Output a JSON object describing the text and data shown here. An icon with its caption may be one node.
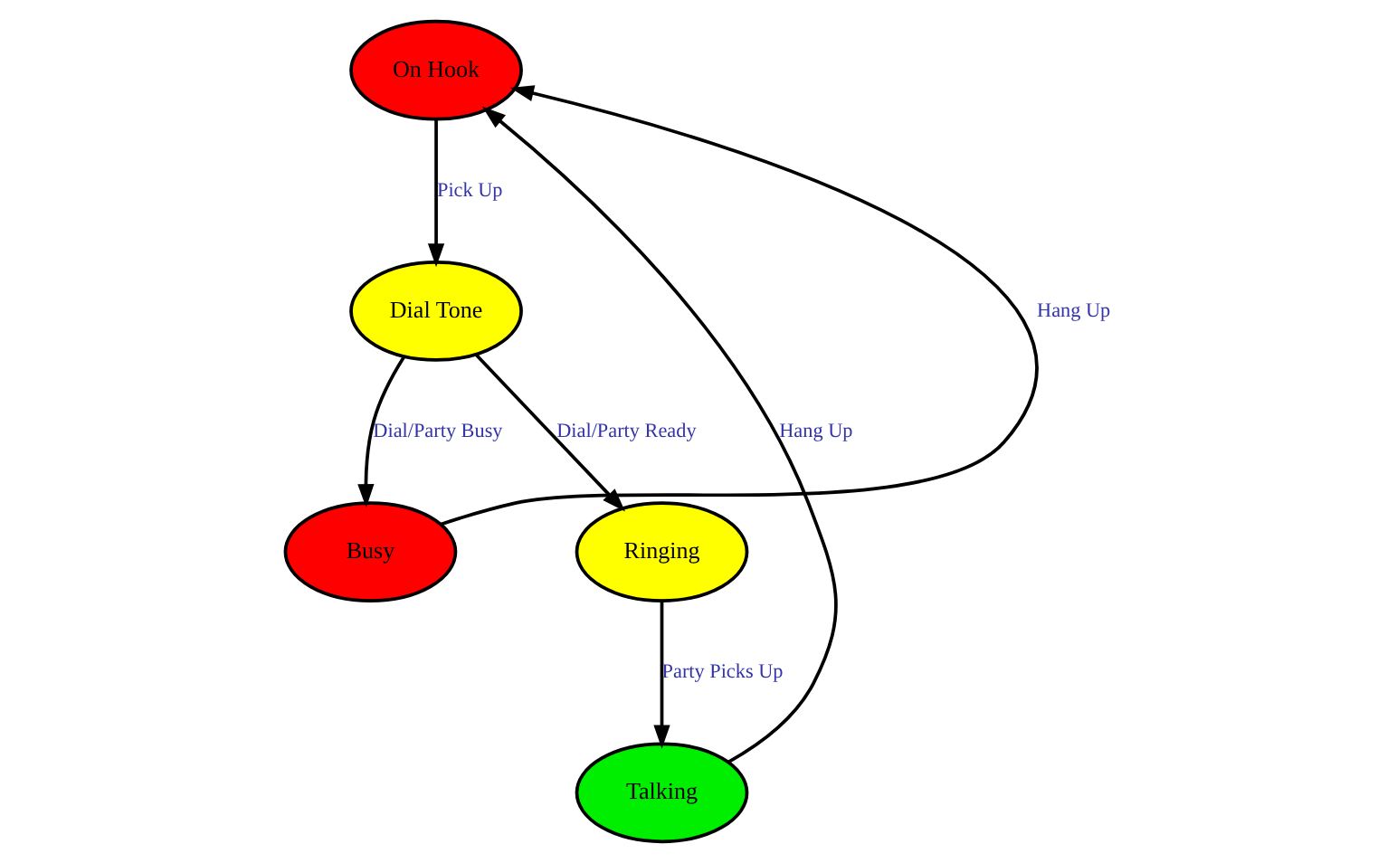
{
  "diagram": {
    "nodes": [
      {
        "text": [
          "On Hook"
        ]
      },
      {
        "text": [
          "Talking"
        ]
      },
      {
        "text": [
          "Busy"
        ]
      },
      {
        "text": [
          "Dial Tone"
        ]
      },
      {
        "text": [
          "Ringing"
        ]
      }
    ],
    "edges": [
      {
        "from": 1,
        "to": 0,
        "arrow": "to",
        "label": "Hang Up"
      },
      {
        "from": 2,
        "to": 0,
        "arrow": "to",
        "label": "Hang Up"
      },
      {
        "from": 0,
        "to": 3,
        "arrow": "to",
        "label": "Pick Up"
      },
      {
        "from": 3,
        "to": 2,
        "arrow": "to",
        "label": "Dial/Party Busy"
      },
      {
        "from": 3,
        "to": 4,
        "arrow": "to",
        "label": "Dial/Party Ready"
      },
      {
        "from": 4,
        "to": 1,
        "arrow": "to",
        "label": "Party Picks Up"
      }
    ]
  }
}
